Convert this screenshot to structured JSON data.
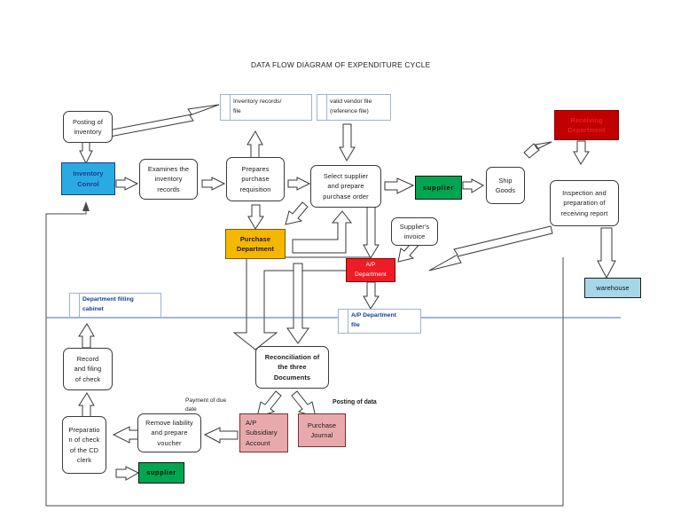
{
  "diagram": {
    "title": "DATA FLOW DIAGRAM OF EXPENDITURE CYCLE",
    "type": "data-flow-diagram"
  },
  "colors": {
    "inventory_control_fill": "#29abe2",
    "inventory_control_text": "#1f3a93",
    "purchase_department_fill": "#f5b700",
    "supplier_fill": "#00a650",
    "ap_department_fill": "#ee1c25",
    "receiving_department_fill": "#c00000",
    "receiving_department_text": "#ee1c25",
    "warehouse_fill": "#a5d7e8",
    "ap_subsidiary_fill": "#e8a9ad",
    "purchase_journal_fill": "#e8a9ad",
    "datastore_text": "#15418a",
    "datastore_border": "#9fb4cc",
    "connector_line": "#4472a8"
  },
  "nodes": [
    {
      "id": "posting_of_inventory",
      "label": "Posting of\ninventory",
      "shape": "process"
    },
    {
      "id": "inventory_control",
      "label": "Inventory\nConrol",
      "shape": "entity"
    },
    {
      "id": "examines_inventory",
      "label": "Examines the\ninventory\nrecords",
      "shape": "process"
    },
    {
      "id": "prepares_requisition",
      "label": "Prepares\npurchase\nrequisition",
      "shape": "process"
    },
    {
      "id": "select_supplier",
      "label": "Select supplier\nand prepare\npurchase order",
      "shape": "process"
    },
    {
      "id": "supplier_top",
      "label": "supplier",
      "shape": "entity"
    },
    {
      "id": "ship_goods",
      "label": "Ship\nGoods",
      "shape": "process"
    },
    {
      "id": "receiving_department",
      "label": "Receiving\nDepartment",
      "shape": "entity"
    },
    {
      "id": "inspection_receiving",
      "label": "Inspection and\npreparation of\nreceiving report",
      "shape": "process"
    },
    {
      "id": "warehouse",
      "label": "warehouse",
      "shape": "entity"
    },
    {
      "id": "purchase_department",
      "label": "Purchase\nDepartment",
      "shape": "entity"
    },
    {
      "id": "suppliers_invoice",
      "label": "Supplier's\ninvoice",
      "shape": "process"
    },
    {
      "id": "ap_department",
      "label": "A/P\nDepartment",
      "shape": "entity"
    },
    {
      "id": "reconciliation",
      "label": "Reconciliation of\nthe three\nDocuments",
      "shape": "process"
    },
    {
      "id": "record_filing_check",
      "label": "Record\nand filing\nof check",
      "shape": "process"
    },
    {
      "id": "preparation_check",
      "label": "Preparatio\nn of check\nof the CD\nclerk",
      "shape": "process"
    },
    {
      "id": "remove_liability",
      "label": "Remove liability\nand prepare\nvoucher",
      "shape": "process"
    },
    {
      "id": "ap_subsidiary",
      "label": "A/P\nSubsidiary\nAccount",
      "shape": "entity"
    },
    {
      "id": "purchase_journal",
      "label": "Purchase\nJournal",
      "shape": "entity"
    },
    {
      "id": "supplier_bottom",
      "label": "supplier",
      "shape": "entity"
    }
  ],
  "data_stores": [
    {
      "id": "inventory_records_file",
      "label": "Inventory records/\nfile"
    },
    {
      "id": "valid_vendor_file",
      "label": "valid vendor file\n(reference file)"
    },
    {
      "id": "department_filling_cabinet",
      "label": "Department filling\ncabinet"
    },
    {
      "id": "ap_department_file",
      "label": "A/P Department\nfile"
    }
  ],
  "flow_labels": [
    {
      "id": "payment_of_due_date",
      "text": "Payment of due\ndate",
      "bold": false
    },
    {
      "id": "posting_of_data",
      "text": "Posting of data",
      "bold": true
    }
  ],
  "node_text": {
    "posting_of_inventory_1": "Posting of",
    "posting_of_inventory_2": "inventory",
    "inventory_control_1": "Inventory",
    "inventory_control_2": "Conrol",
    "examines_1": "Examines the",
    "examines_2": "inventory",
    "examines_3": "records",
    "prepares_1": "Prepares",
    "prepares_2": "purchase",
    "prepares_3": "requisition",
    "select_supplier_1": "Select supplier",
    "select_supplier_2": "and prepare",
    "select_supplier_3": "purchase order",
    "supplier_top": "supplier",
    "ship_goods_1": "Ship",
    "ship_goods_2": "Goods",
    "receiving_dept_1": "Receiving",
    "receiving_dept_2": "Department",
    "inspection_1": "Inspection and",
    "inspection_2": "preparation of",
    "inspection_3": "receiving report",
    "warehouse": "warehouse",
    "purchase_dept_1": "Purchase",
    "purchase_dept_2": "Department",
    "suppliers_invoice_1": "Supplier's",
    "suppliers_invoice_2": "invoice",
    "ap_dept_1": "A/P",
    "ap_dept_2": "Department",
    "reconciliation_1": "Reconciliation of",
    "reconciliation_2": "the three",
    "reconciliation_3": "Documents",
    "record_filing_1": "Record",
    "record_filing_2": "and filing",
    "record_filing_3": "of check",
    "prep_check_1": "Preparatio",
    "prep_check_2": "n of check",
    "prep_check_3": "of the CD",
    "prep_check_4": "clerk",
    "remove_liability_1": "Remove liability",
    "remove_liability_2": "and prepare",
    "remove_liability_3": "voucher",
    "ap_subsidiary_1": "A/P",
    "ap_subsidiary_2": "Subsidiary",
    "ap_subsidiary_3": "Account",
    "purchase_journal_1": "Purchase",
    "purchase_journal_2": "Journal",
    "supplier_bottom": "supplier"
  },
  "store_text": {
    "inventory_records_1": "Inventory records/",
    "inventory_records_2": "file",
    "valid_vendor_1": "valid vendor file",
    "valid_vendor_2": "(reference file)",
    "dept_cabinet_1": "Department filling",
    "dept_cabinet_2": "cabinet",
    "ap_file_1": "A/P Department",
    "ap_file_2": "file"
  },
  "label_text": {
    "payment_due_1": "Payment of due",
    "payment_due_2": "date",
    "posting_of_data": "Posting of data"
  }
}
